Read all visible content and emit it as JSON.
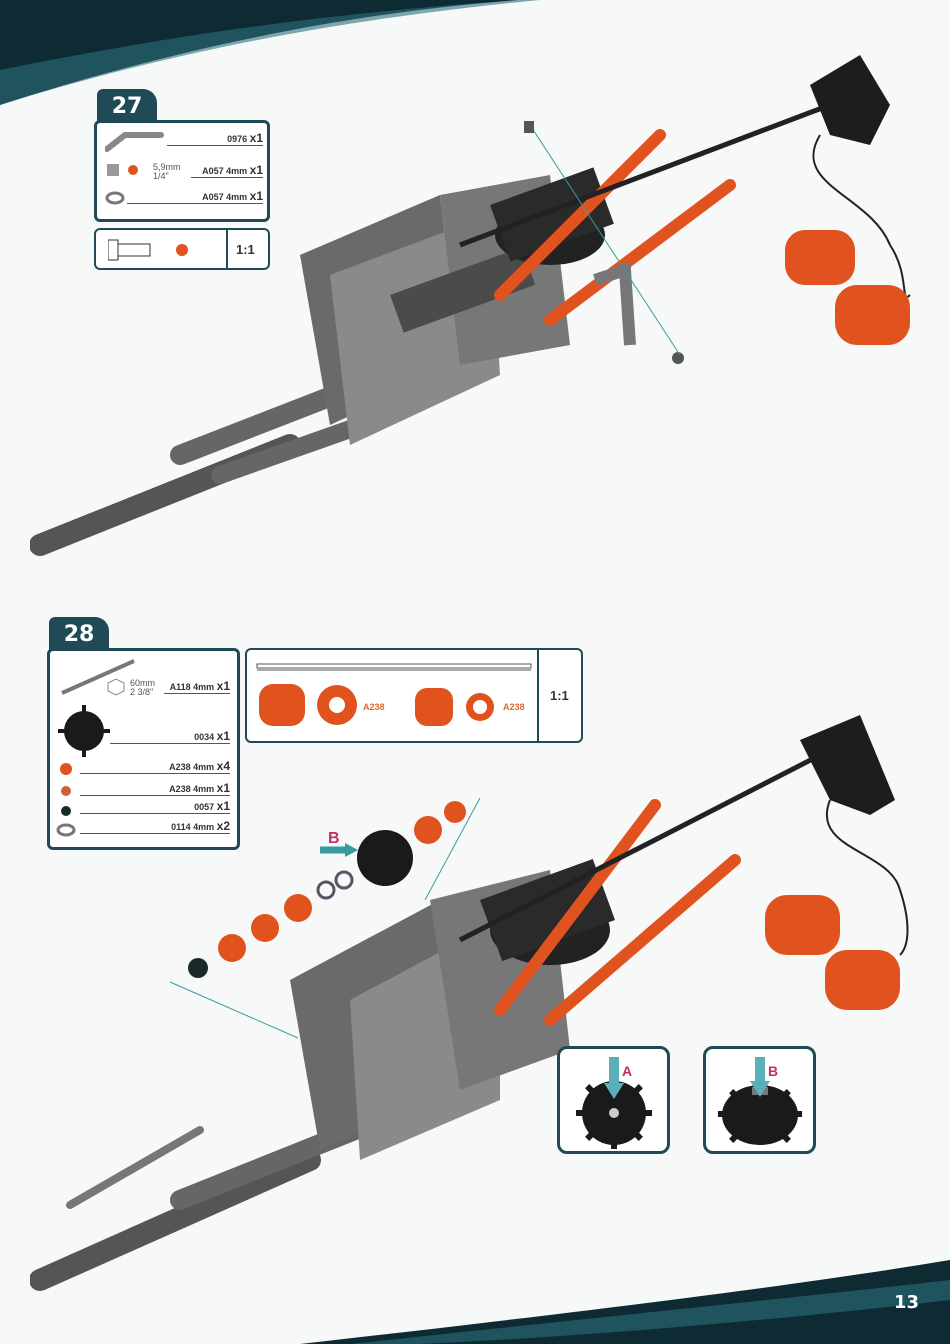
{
  "page": {
    "number": "13"
  },
  "steps": [
    {
      "number": "27",
      "parts": [
        {
          "code": "0976",
          "qty": "x1"
        },
        {
          "code": "A057 4mm",
          "qty": "x1"
        },
        {
          "code": "A057 4mm",
          "qty": "x1"
        }
      ],
      "screw_length": "5,9mm",
      "screw_sub": "1/4\"",
      "scale": "1:1"
    },
    {
      "number": "28",
      "rod_length": "60mm",
      "rod_sub": "2 3/8\"",
      "parts": [
        {
          "code": "A118 4mm",
          "qty": "x1"
        },
        {
          "code": "0034",
          "qty": "x1"
        },
        {
          "code": "A238 4mm",
          "qty": "x4"
        },
        {
          "code": "A238 4mm",
          "qty": "x1"
        },
        {
          "code": "0057",
          "qty": "x1"
        },
        {
          "code": "0114 4mm",
          "qty": "x2"
        }
      ],
      "spacer_labels": [
        "A238",
        "A238"
      ],
      "scale": "1:1",
      "callouts": [
        "B",
        "A",
        "B"
      ]
    }
  ],
  "colors": {
    "accent": "#1f4a56",
    "orange": "#e0531f",
    "callout": "#c0306a",
    "teal_line": "#3a9aa0"
  }
}
